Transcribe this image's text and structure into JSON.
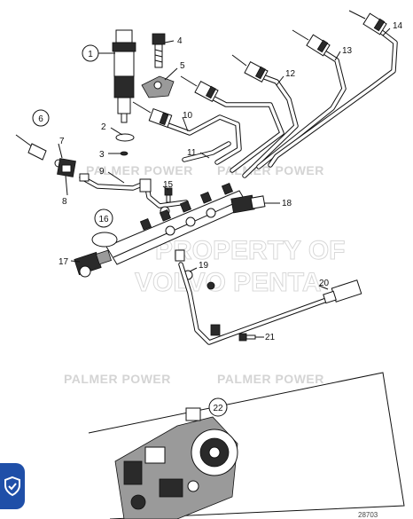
{
  "watermarks": {
    "palmer_top": "PALMER POWER",
    "palmer_bottom": "PALMER POWER",
    "volvo_line1": "PROPERTY OF",
    "volvo_line2": "VOLVO PENTA"
  },
  "callouts": [
    "1",
    "2",
    "3",
    "4",
    "5",
    "6",
    "7",
    "8",
    "9",
    "10",
    "11",
    "12",
    "13",
    "14",
    "15",
    "16",
    "17",
    "18",
    "19",
    "20",
    "21",
    "22"
  ],
  "drawing_number": "28703",
  "badge": {
    "icon": "shield-check-icon",
    "color": "#1f4fa8"
  }
}
